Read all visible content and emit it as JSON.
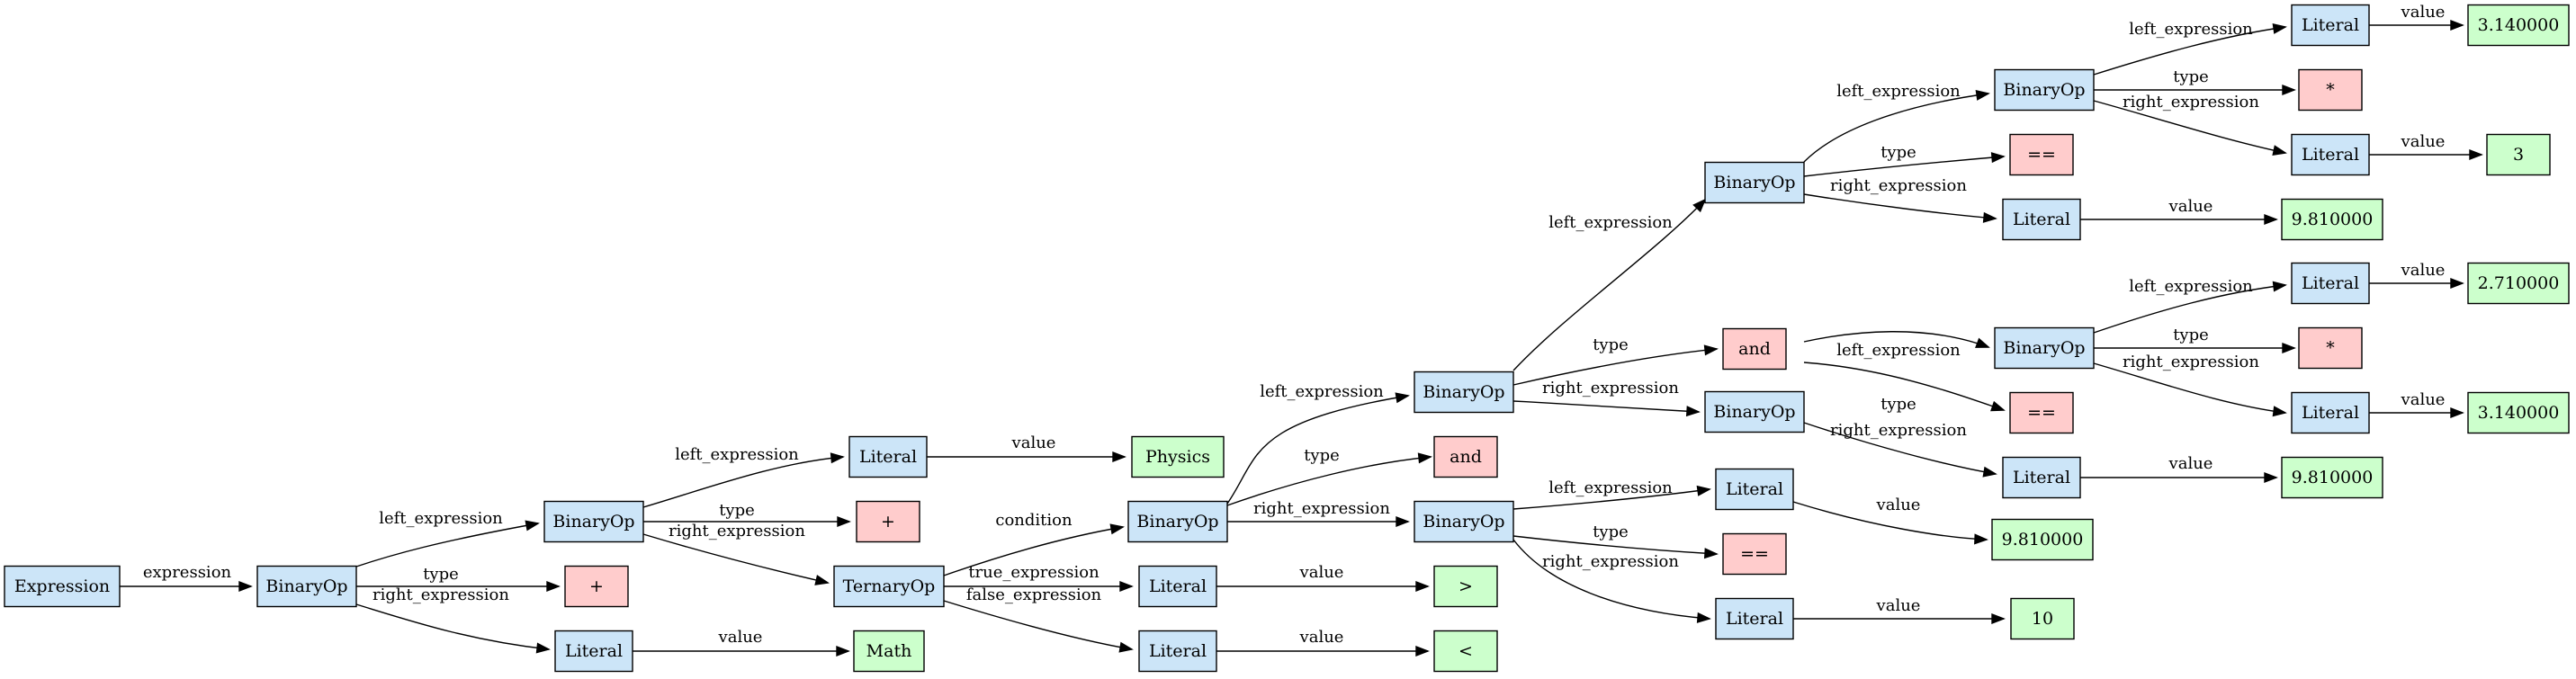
{
  "colors": {
    "ast_node": "#cce5f8",
    "operator": "#ffcccc",
    "value": "#ccffcc",
    "stroke": "#000000"
  },
  "nodes": [
    {
      "id": "n0",
      "label": "Expression",
      "kind": "ast_node"
    },
    {
      "id": "n1",
      "label": "BinaryOp",
      "kind": "ast_node"
    },
    {
      "id": "n2",
      "label": "BinaryOp",
      "kind": "ast_node"
    },
    {
      "id": "n3",
      "label": "+",
      "kind": "operator"
    },
    {
      "id": "n4",
      "label": "Literal",
      "kind": "ast_node"
    },
    {
      "id": "n5",
      "label": "Literal",
      "kind": "ast_node"
    },
    {
      "id": "n6",
      "label": "+",
      "kind": "operator"
    },
    {
      "id": "n7",
      "label": "TernaryOp",
      "kind": "ast_node"
    },
    {
      "id": "n8",
      "label": "Math",
      "kind": "value"
    },
    {
      "id": "n9",
      "label": "Physics",
      "kind": "value"
    },
    {
      "id": "n10",
      "label": "BinaryOp",
      "kind": "ast_node"
    },
    {
      "id": "n11",
      "label": "Literal",
      "kind": "ast_node"
    },
    {
      "id": "n12",
      "label": "Literal",
      "kind": "ast_node"
    },
    {
      "id": "n13",
      "label": "BinaryOp",
      "kind": "ast_node"
    },
    {
      "id": "n14",
      "label": "and",
      "kind": "operator"
    },
    {
      "id": "n15",
      "label": "BinaryOp",
      "kind": "ast_node"
    },
    {
      "id": "n16",
      "label": ">",
      "kind": "value"
    },
    {
      "id": "n17",
      "label": "<",
      "kind": "value"
    },
    {
      "id": "n18",
      "label": "BinaryOp",
      "kind": "ast_node"
    },
    {
      "id": "n19",
      "label": "and",
      "kind": "operator"
    },
    {
      "id": "n20",
      "label": "BinaryOp",
      "kind": "ast_node"
    },
    {
      "id": "n21",
      "label": "Literal",
      "kind": "ast_node"
    },
    {
      "id": "n22",
      "label": "==",
      "kind": "operator"
    },
    {
      "id": "n23",
      "label": "Literal",
      "kind": "ast_node"
    },
    {
      "id": "n24",
      "label": "BinaryOp",
      "kind": "ast_node"
    },
    {
      "id": "n25",
      "label": "==",
      "kind": "operator"
    },
    {
      "id": "n26",
      "label": "Literal",
      "kind": "ast_node"
    },
    {
      "id": "n27",
      "label": "BinaryOp",
      "kind": "ast_node"
    },
    {
      "id": "n28",
      "label": "==",
      "kind": "operator"
    },
    {
      "id": "n29",
      "label": "Literal",
      "kind": "ast_node"
    },
    {
      "id": "n30",
      "label": "9.810000",
      "kind": "value"
    },
    {
      "id": "n31",
      "label": "10",
      "kind": "value"
    },
    {
      "id": "n32",
      "label": "Literal",
      "kind": "ast_node"
    },
    {
      "id": "n33",
      "label": "*",
      "kind": "operator"
    },
    {
      "id": "n34",
      "label": "Literal",
      "kind": "ast_node"
    },
    {
      "id": "n35",
      "label": "9.810000",
      "kind": "value"
    },
    {
      "id": "n36",
      "label": "Literal",
      "kind": "ast_node"
    },
    {
      "id": "n37",
      "label": "*",
      "kind": "operator"
    },
    {
      "id": "n38",
      "label": "Literal",
      "kind": "ast_node"
    },
    {
      "id": "n39",
      "label": "9.810000",
      "kind": "value"
    },
    {
      "id": "n40",
      "label": "2.710000",
      "kind": "value"
    },
    {
      "id": "n41",
      "label": "3.140000",
      "kind": "value"
    },
    {
      "id": "n42",
      "label": "3.140000",
      "kind": "value"
    },
    {
      "id": "n43",
      "label": "3",
      "kind": "value"
    }
  ],
  "edges": [
    {
      "from": "n0",
      "to": "n1",
      "label": "expression"
    },
    {
      "from": "n1",
      "to": "n2",
      "label": "left_expression"
    },
    {
      "from": "n1",
      "to": "n3",
      "label": "type"
    },
    {
      "from": "n1",
      "to": "n4",
      "label": "right_expression"
    },
    {
      "from": "n2",
      "to": "n5",
      "label": "left_expression"
    },
    {
      "from": "n2",
      "to": "n6",
      "label": "type"
    },
    {
      "from": "n2",
      "to": "n7",
      "label": "right_expression"
    },
    {
      "from": "n4",
      "to": "n8",
      "label": "value"
    },
    {
      "from": "n5",
      "to": "n9",
      "label": "value"
    },
    {
      "from": "n7",
      "to": "n10",
      "label": "condition"
    },
    {
      "from": "n7",
      "to": "n11",
      "label": "true_expression"
    },
    {
      "from": "n7",
      "to": "n12",
      "label": "false_expression"
    },
    {
      "from": "n10",
      "to": "n13",
      "label": "left_expression"
    },
    {
      "from": "n10",
      "to": "n14",
      "label": "type"
    },
    {
      "from": "n10",
      "to": "n15",
      "label": "right_expression"
    },
    {
      "from": "n11",
      "to": "n16",
      "label": "value"
    },
    {
      "from": "n12",
      "to": "n17",
      "label": "value"
    },
    {
      "from": "n13",
      "to": "n18",
      "label": "left_expression"
    },
    {
      "from": "n13",
      "to": "n19",
      "label": "type"
    },
    {
      "from": "n13",
      "to": "n20",
      "label": "right_expression"
    },
    {
      "from": "n15",
      "to": "n21",
      "label": "left_expression"
    },
    {
      "from": "n15",
      "to": "n22",
      "label": "type"
    },
    {
      "from": "n15",
      "to": "n23",
      "label": "right_expression"
    },
    {
      "from": "n18",
      "to": "n24",
      "label": "left_expression"
    },
    {
      "from": "n18",
      "to": "n25",
      "label": "type"
    },
    {
      "from": "n18",
      "to": "n26",
      "label": "right_expression"
    },
    {
      "from": "n20",
      "to": "n27",
      "label": "left_expression"
    },
    {
      "from": "n20",
      "to": "n28",
      "label": "type"
    },
    {
      "from": "n20",
      "to": "n29",
      "label": "right_expression"
    },
    {
      "from": "n21",
      "to": "n30",
      "label": "value"
    },
    {
      "from": "n23",
      "to": "n31",
      "label": "value"
    },
    {
      "from": "n24",
      "to": "n32",
      "label": "left_expression"
    },
    {
      "from": "n24",
      "to": "n33",
      "label": "type"
    },
    {
      "from": "n24",
      "to": "n34",
      "label": "right_expression"
    },
    {
      "from": "n26",
      "to": "n35",
      "label": "value"
    },
    {
      "from": "n27",
      "to": "n36",
      "label": "left_expression"
    },
    {
      "from": "n27",
      "to": "n37",
      "label": "type"
    },
    {
      "from": "n27",
      "to": "n38",
      "label": "right_expression"
    },
    {
      "from": "n29",
      "to": "n39",
      "label": "value"
    },
    {
      "from": "n32",
      "to": "n41",
      "label": "value"
    },
    {
      "from": "n34",
      "to": "n43",
      "label": "value"
    },
    {
      "from": "n36",
      "to": "n40",
      "label": "value"
    },
    {
      "from": "n38",
      "to": "n42",
      "label": "value"
    }
  ]
}
